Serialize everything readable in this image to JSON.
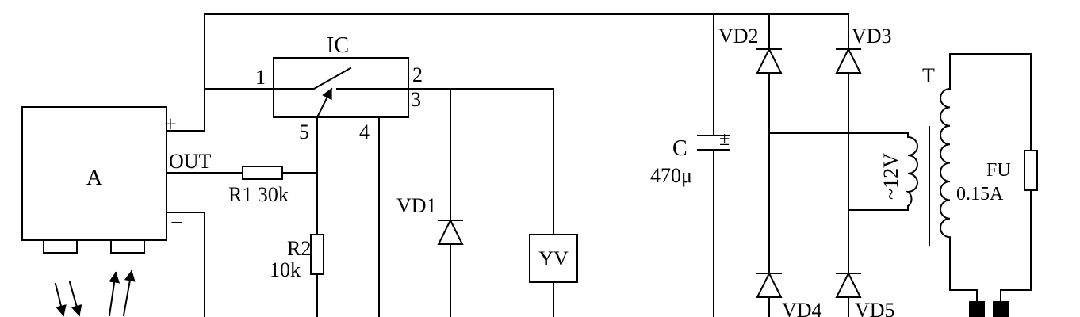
{
  "components": {
    "module_a": {
      "label": "A",
      "plus": "+",
      "minus": "−",
      "out": "OUT"
    },
    "ic": {
      "label": "IC",
      "pin1": "1",
      "pin2": "2",
      "pin3": "3",
      "pin4": "4",
      "pin5": "5"
    },
    "r1": {
      "label": "R1 30k"
    },
    "r2": {
      "name": "R2",
      "value": "10k"
    },
    "vd1": {
      "label": "VD1"
    },
    "yv": {
      "label": "YV"
    },
    "capacitor": {
      "name": "C",
      "value": "470μ",
      "polarity": "±"
    },
    "vd2": {
      "label": "VD2"
    },
    "vd3": {
      "label": "VD3"
    },
    "vd4": {
      "label": "VD4"
    },
    "vd5": {
      "label": "VD5"
    },
    "transformer": {
      "label": "T",
      "secondary": "~12V"
    },
    "fuse": {
      "name": "FU",
      "value": "0.15A"
    }
  }
}
